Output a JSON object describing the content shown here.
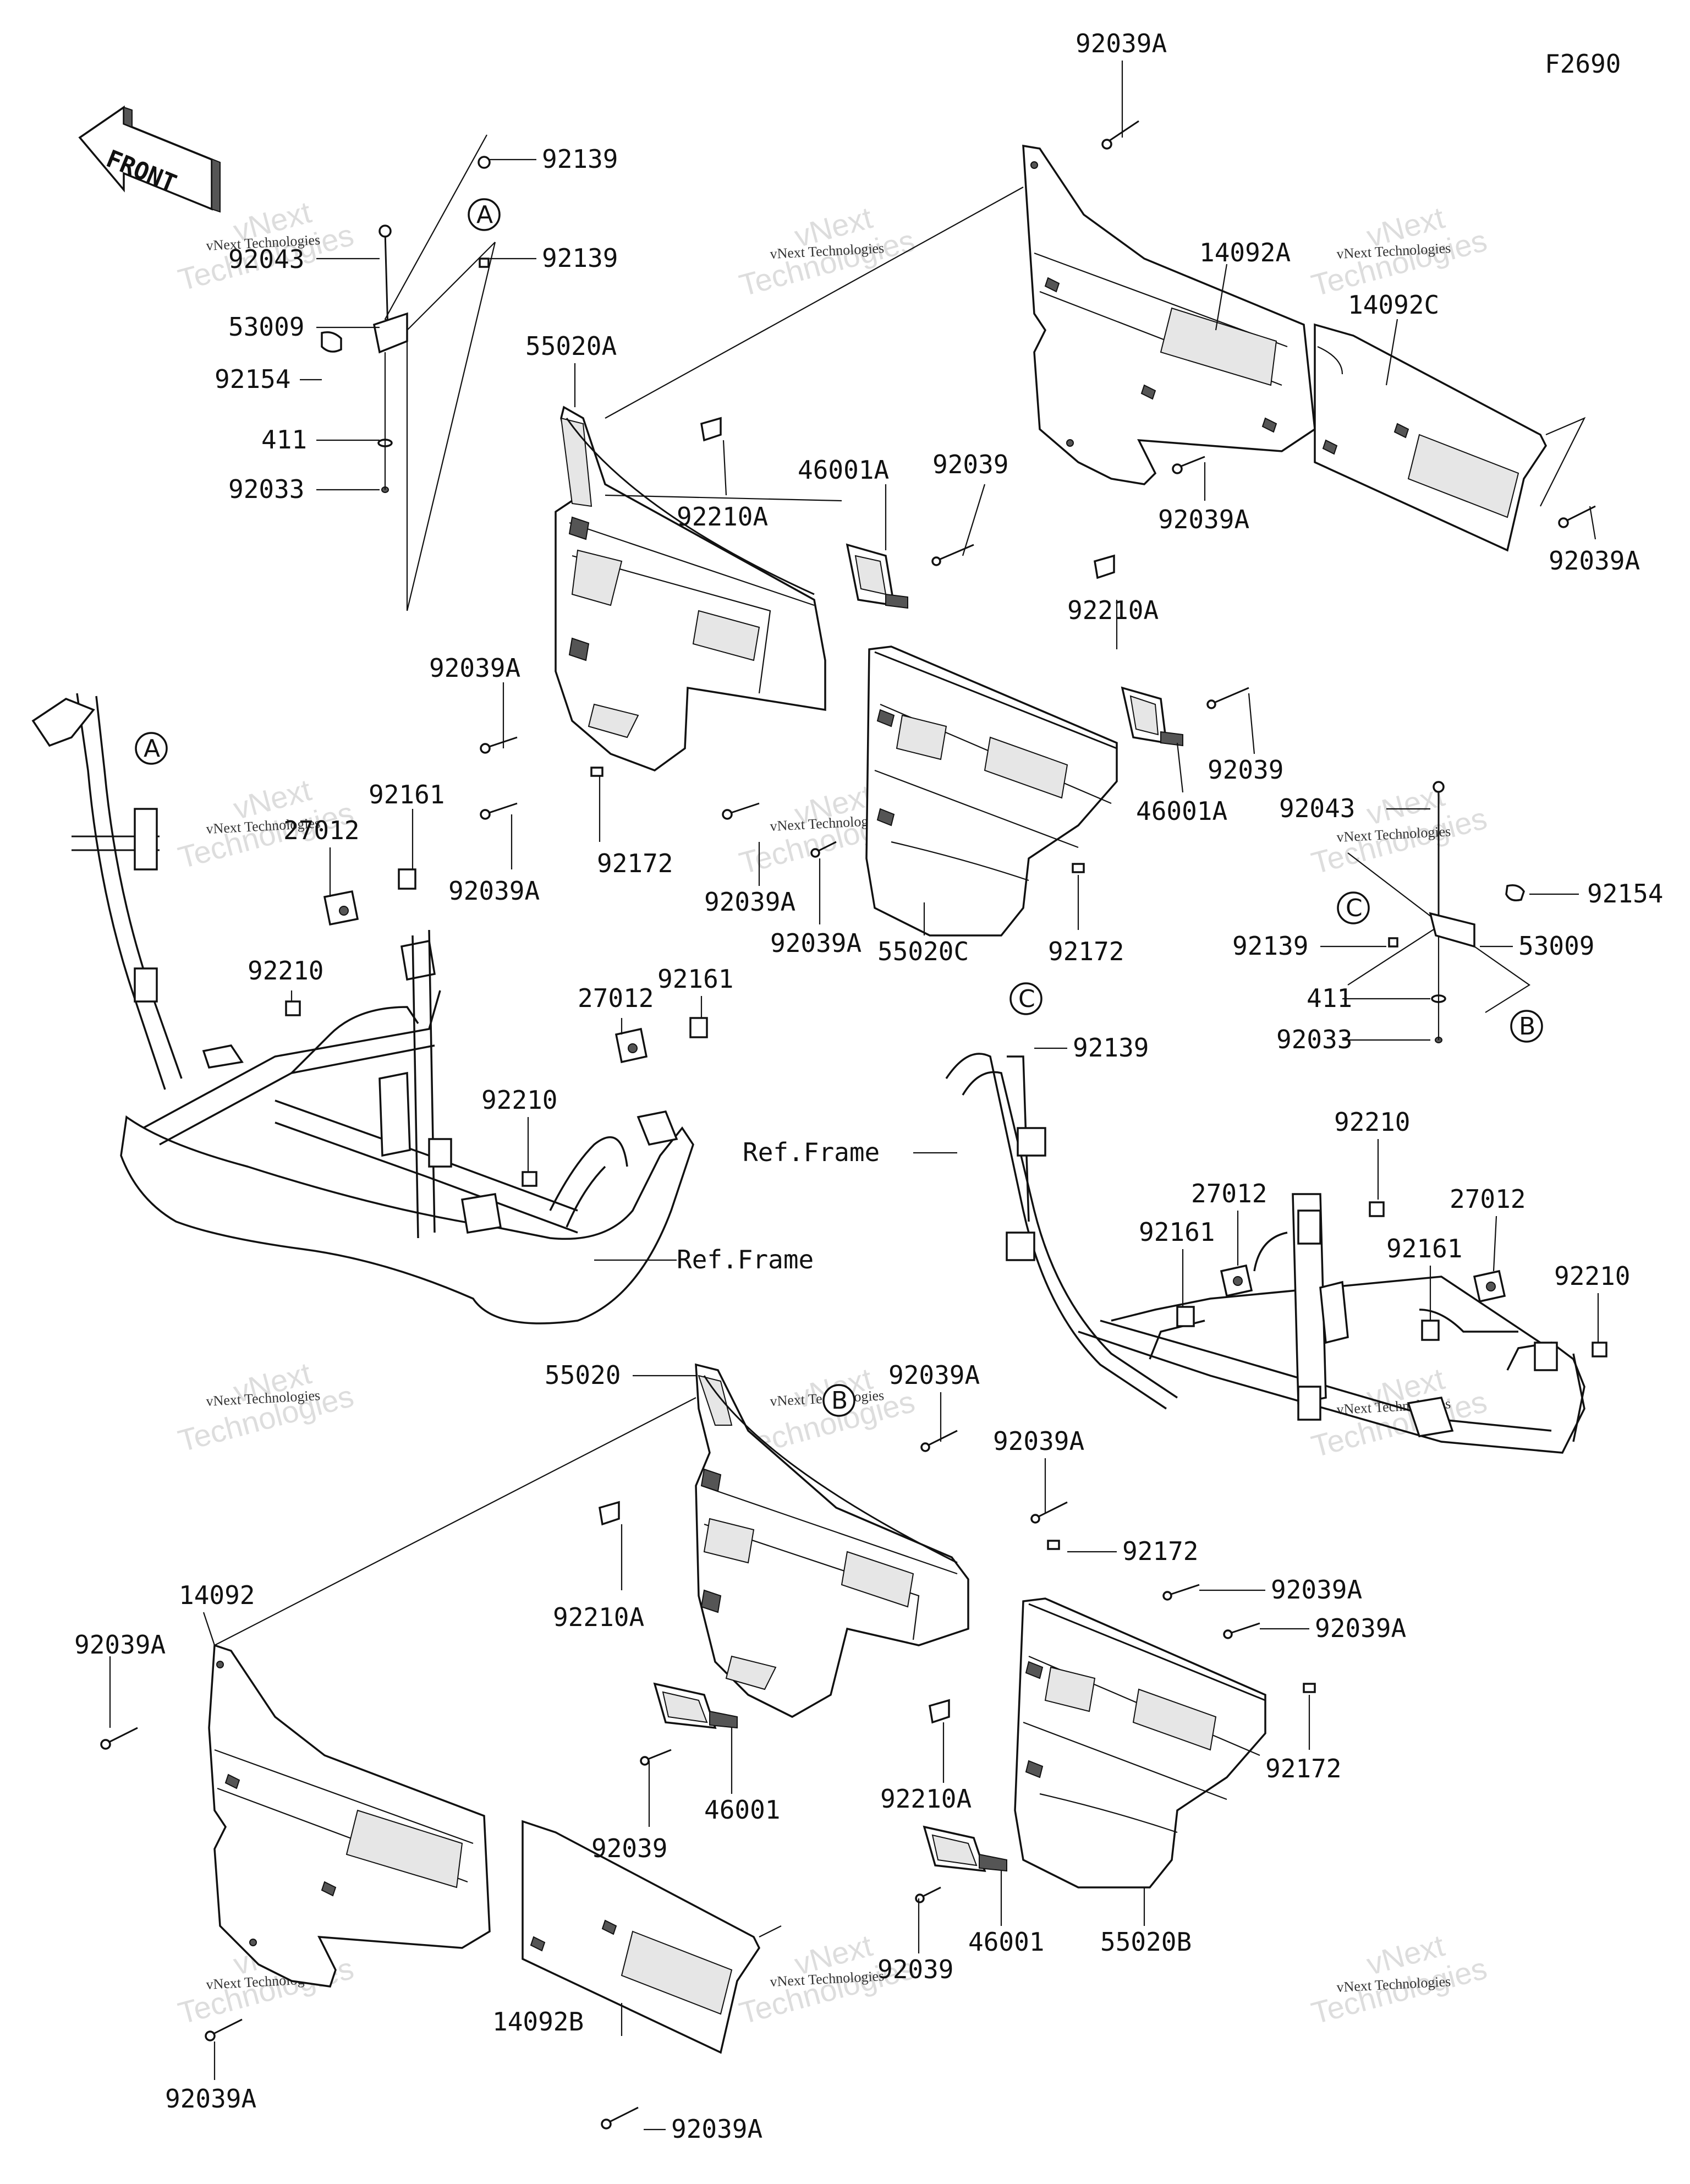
{
  "diagram_code": "F2690",
  "front_arrow_label": "FRONT",
  "callouts": {
    "a_upper": "A",
    "a_frame": "A",
    "b_bracket": "B",
    "b_lower": "B",
    "c_bracket": "C",
    "c_frame": "C"
  },
  "labels": {
    "l_92039A_top": "92039A",
    "l_92139_1": "92139",
    "l_92139_2": "92139",
    "l_92043_left": "92043",
    "l_53009_left": "53009",
    "l_92154_left": "92154",
    "l_411_left": "411",
    "l_92033_left": "92033",
    "l_55020A": "55020A",
    "l_92210A_1": "92210A",
    "l_46001A_1": "46001A",
    "l_92039_1": "92039",
    "l_14092A": "14092A",
    "l_14092C": "14092C",
    "l_92039A_mid": "92039A",
    "l_92039A_right": "92039A",
    "l_92210A_2": "92210A",
    "l_92039_2": "92039",
    "l_46001A_2": "46001A",
    "l_92039A_l1": "92039A",
    "l_92039A_l2": "92039A",
    "l_92172_1": "92172",
    "l_92039A_c1": "92039A",
    "l_92039A_c2": "92039A",
    "l_55020C": "55020C",
    "l_92172_2": "92172",
    "l_92161_1": "92161",
    "l_27012_1": "27012",
    "l_92210_1": "92210",
    "l_27012_2": "27012",
    "l_92161_2": "92161",
    "l_92210_2": "92210",
    "l_ref_frame_1": "Ref.Frame",
    "l_92043_right": "92043",
    "l_92154_right": "92154",
    "l_92139_right": "92139",
    "l_53009_right": "53009",
    "l_411_right": "411",
    "l_92033_right": "92033",
    "l_92139_c": "92139",
    "l_ref_frame_2": "Ref.Frame",
    "l_92210_r1": "92210",
    "l_27012_r1": "27012",
    "l_27012_r2": "27012",
    "l_92161_r1": "92161",
    "l_92161_r2": "92161",
    "l_92210_r2": "92210",
    "l_55020": "55020",
    "l_92039A_b1": "92039A",
    "l_92039A_b2": "92039A",
    "l_92172_b1": "92172",
    "l_14092": "14092",
    "l_92210A_b1": "92210A",
    "l_92039A_b3": "92039A",
    "l_92039A_b4": "92039A",
    "l_92039A_b5": "92039A",
    "l_92210A_b2": "92210A",
    "l_92172_b2": "92172",
    "l_46001_1": "46001",
    "l_92039_b1": "92039",
    "l_46001_2": "46001",
    "l_55020B": "55020B",
    "l_92039_b2": "92039",
    "l_14092B": "14092B",
    "l_92039A_b6": "92039A",
    "l_92039A_b7": "92039A"
  },
  "watermark": {
    "small_text": "vNext Technologies",
    "big_text_line1": "vNext",
    "big_text_line2": "Technologies"
  }
}
